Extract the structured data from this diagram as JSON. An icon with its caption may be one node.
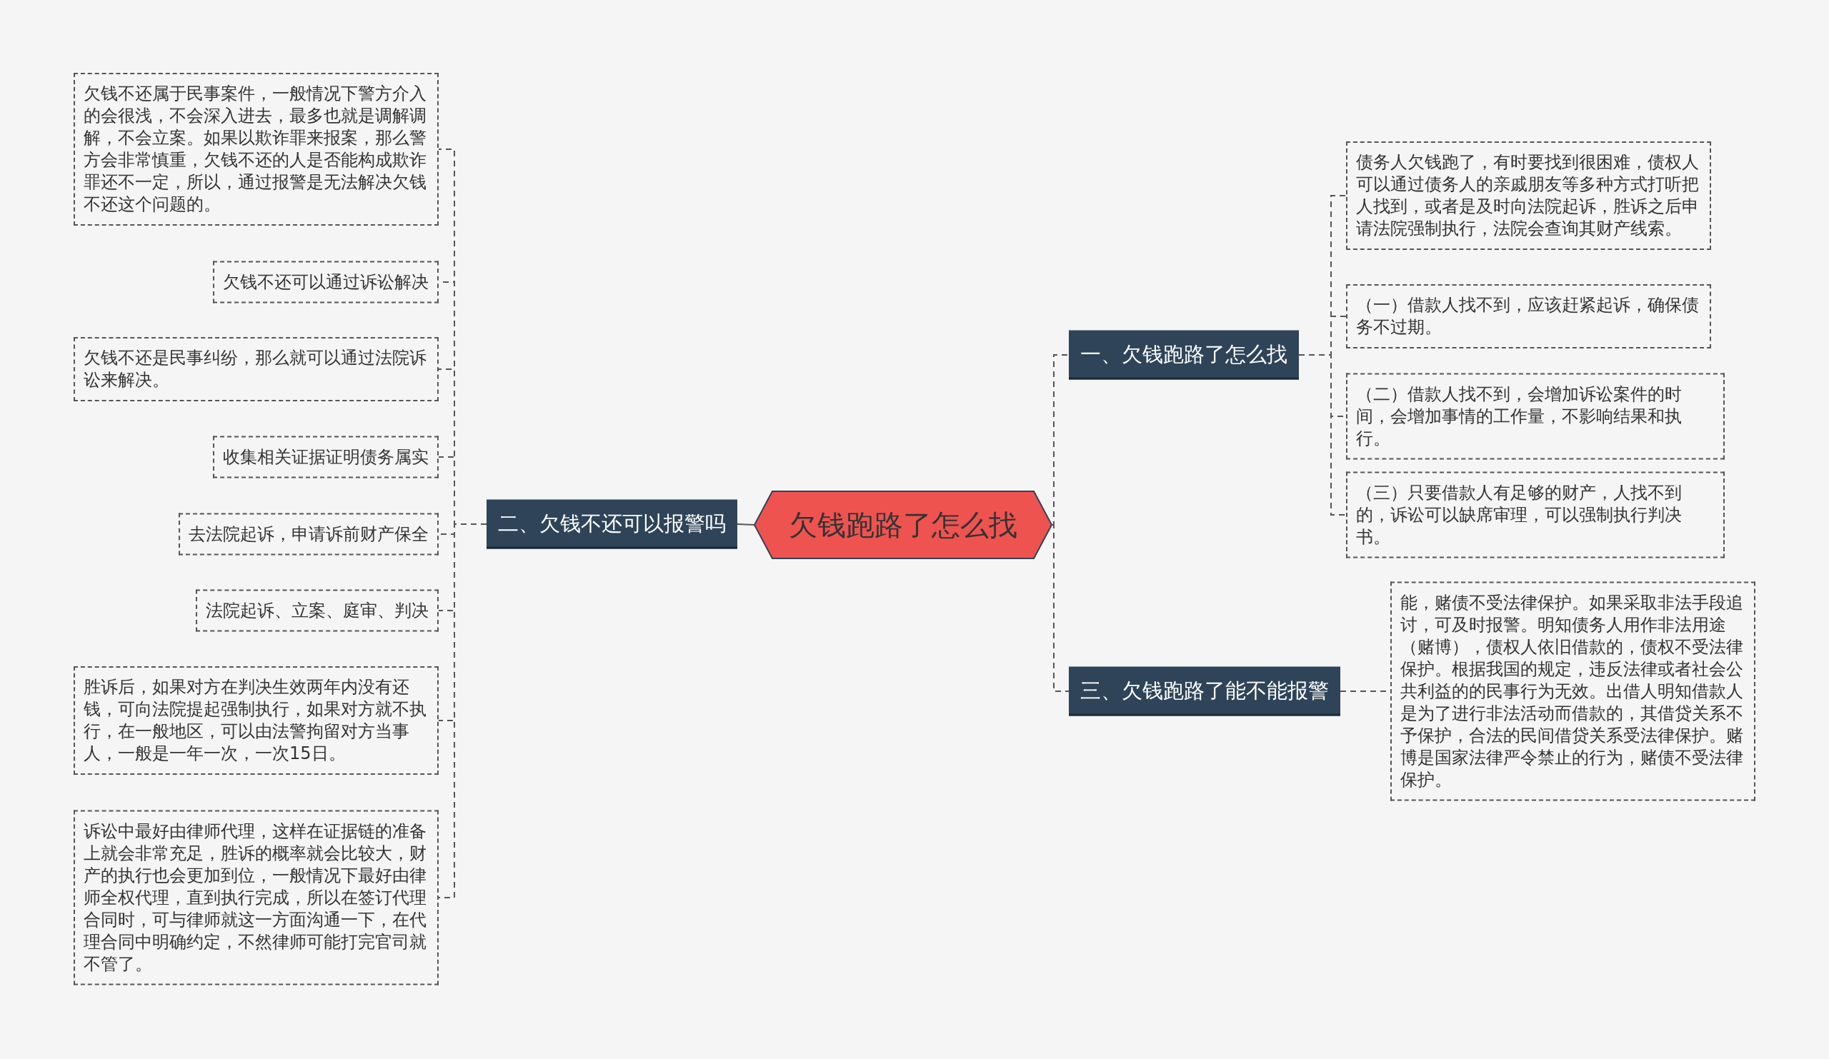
{
  "diagram": {
    "nodes": [
      {
        "text": [
          "欠钱跑路了怎么找"
        ]
      },
      {
        "text": [
          "二、欠钱不还可以报警吗"
        ]
      },
      {
        "text": [
          "欠钱不还属于民事案件，一般情况下警方介入的会很浅，不会深入进去，最多也就是调解调解，不会立案。如果以欺诈罪来报案，那么警方会非常慎重，欠钱不还的人是否能构成欺诈罪还不一定，所以，通过报警是无法解决欠钱不还这个问题的。"
        ]
      },
      {
        "text": [
          "欠钱不还可以通过诉讼解决"
        ]
      },
      {
        "text": [
          "欠钱不还是民事纠纷，那么就可以通过法院诉讼来解决。"
        ]
      },
      {
        "text": [
          "收集相关证据证明债务属实"
        ]
      },
      {
        "text": [
          "去法院起诉，申请诉前财产保全"
        ]
      },
      {
        "text": [
          "法院起诉、立案、庭审、判决"
        ]
      },
      {
        "text": [
          "胜诉后，如果对方在判决生效两年内没有还钱，可向法院提起强制执行，如果对方就不执行，在一般地区，可以由法警拘留对方当事人，一般是一年一次，一次15日。"
        ]
      },
      {
        "text": [
          "诉讼中最好由律师代理，这样在证据链的准备上就会非常充足，胜诉的概率就会比较大，财产的执行也会更加到位，一般情况下最好由律师全权代理，直到执行完成，所以在签订代理合同时，可与律师就这一方面沟通一下，在代理合同中明确约定，不然律师可能打完官司就不管了。"
        ]
      },
      {
        "text": [
          "一、欠钱跑路了怎么找"
        ]
      },
      {
        "text": [
          "债务人欠钱跑了，有时要找到很困难，债权人可以通过债务人的亲戚朋友等多种方式打听把人找到，或者是及时向法院起诉，胜诉之后申请法院强制执行，法院会查询其财产线索。"
        ]
      },
      {
        "text": [
          "（一）借款人找不到，应该赶紧起诉，确保债务不过期。"
        ]
      },
      {
        "text": [
          "（二）借款人找不到，会增加诉讼案件的时间，会增加事情的工作量，不影响结果和执行。"
        ]
      },
      {
        "text": [
          "（三）只要借款人有足够的财产，人找不到的，诉讼可以缺席审理，可以强制执行判决书。"
        ]
      },
      {
        "text": [
          "三、欠钱跑路了能不能报警"
        ]
      },
      {
        "text": [
          "能，赌债不受法律保护。如果采取非法手段追讨，可及时报警。明知债务人用作非法用途（赌博），债权人依旧借款的，债权不受法律保护。根据我国的规定，违反法律或者社会公共利益的的民事行为无效。出借人明知借款人是为了进行非法活动而借款的，其借贷关系不予保护，合法的民间借贷关系受法律保护。赌博是国家法律严令禁止的行为，赌债不受法律保护。"
        ]
      }
    ],
    "edges": [
      {
        "from": 0,
        "to": 1,
        "arrow": "none"
      },
      {
        "from": 1,
        "to": 2,
        "arrow": "none",
        "style": "dashed"
      },
      {
        "from": 1,
        "to": 3,
        "arrow": "none",
        "style": "dashed"
      },
      {
        "from": 1,
        "to": 4,
        "arrow": "none",
        "style": "dashed"
      },
      {
        "from": 1,
        "to": 5,
        "arrow": "none",
        "style": "dashed"
      },
      {
        "from": 1,
        "to": 6,
        "arrow": "none",
        "style": "dashed"
      },
      {
        "from": 1,
        "to": 7,
        "arrow": "none",
        "style": "dashed"
      },
      {
        "from": 1,
        "to": 8,
        "arrow": "none",
        "style": "dashed"
      },
      {
        "from": 1,
        "to": 9,
        "arrow": "none",
        "style": "dashed"
      },
      {
        "from": 0,
        "to": 10,
        "arrow": "none",
        "style": "dashed"
      },
      {
        "from": 10,
        "to": 11,
        "arrow": "none",
        "style": "dashed"
      },
      {
        "from": 10,
        "to": 12,
        "arrow": "none",
        "style": "dashed"
      },
      {
        "from": 10,
        "to": 13,
        "arrow": "none",
        "style": "dashed"
      },
      {
        "from": 10,
        "to": 14,
        "arrow": "none",
        "style": "dashed"
      },
      {
        "from": 0,
        "to": 15,
        "arrow": "none",
        "style": "dashed"
      },
      {
        "from": 15,
        "to": 16,
        "arrow": "none",
        "style": "dashed"
      }
    ]
  }
}
